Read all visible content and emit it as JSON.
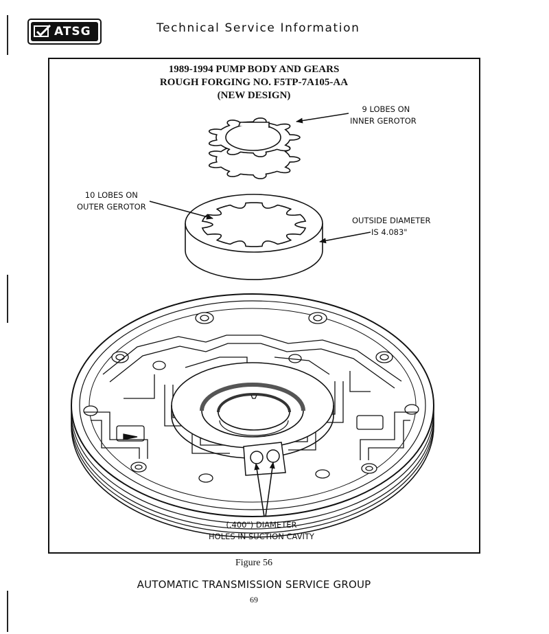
{
  "header": {
    "logo_text": "ATSG",
    "title": "Technical Service Information"
  },
  "figure": {
    "title_lines": [
      "1989-1994 PUMP BODY AND GEARS",
      "ROUGH FORGING NO.  F5TP-7A105-AA",
      "(NEW DESIGN)"
    ],
    "callouts": {
      "inner_gerotor": [
        "9 LOBES ON",
        "INNER GEROTOR"
      ],
      "outer_gerotor": [
        "10 LOBES ON",
        "OUTER GEROTOR"
      ],
      "outside_diameter": [
        "OUTSIDE DIAMETER",
        "IS  4.083\""
      ],
      "suction_holes": [
        "(.400\") DIAMETER",
        "HOLES IN SUCTION CAVITY"
      ]
    },
    "caption": "Figure 56"
  },
  "footer": {
    "organization": "AUTOMATIC TRANSMISSION SERVICE GROUP",
    "page_number": "69"
  }
}
